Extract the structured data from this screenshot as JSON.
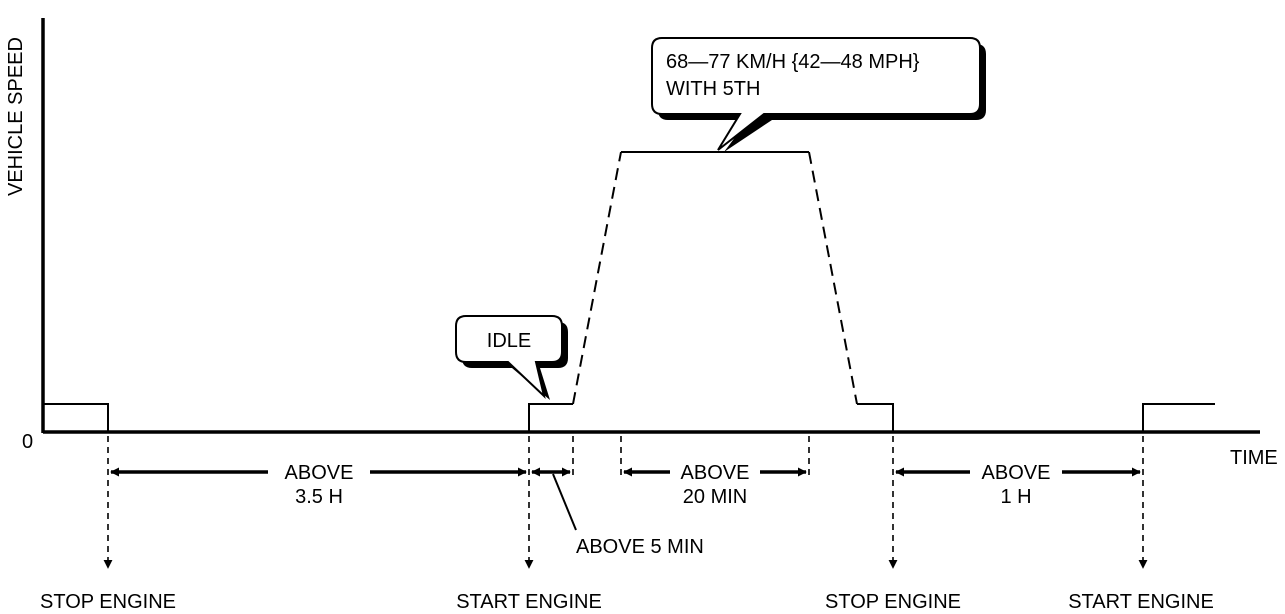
{
  "axes": {
    "y_label": "VEHICLE SPEED",
    "x_label": "TIME",
    "origin_label": "0"
  },
  "callouts": {
    "speed_line1": "68—77 KM/H {42—48 MPH}",
    "speed_line2": "WITH 5TH",
    "idle": "IDLE"
  },
  "durations": {
    "stop_to_start_line1": "ABOVE",
    "stop_to_start_line2": "3.5 H",
    "idle_duration": "ABOVE 5 MIN",
    "cruise_line1": "ABOVE",
    "cruise_line2": "20 MIN",
    "stop_to_restart_line1": "ABOVE",
    "stop_to_restart_line2": "1 H"
  },
  "events": {
    "stop_engine_1": "STOP ENGINE",
    "start_engine_1": "START ENGINE",
    "stop_engine_2": "STOP ENGINE",
    "start_engine_2": "START ENGINE"
  }
}
